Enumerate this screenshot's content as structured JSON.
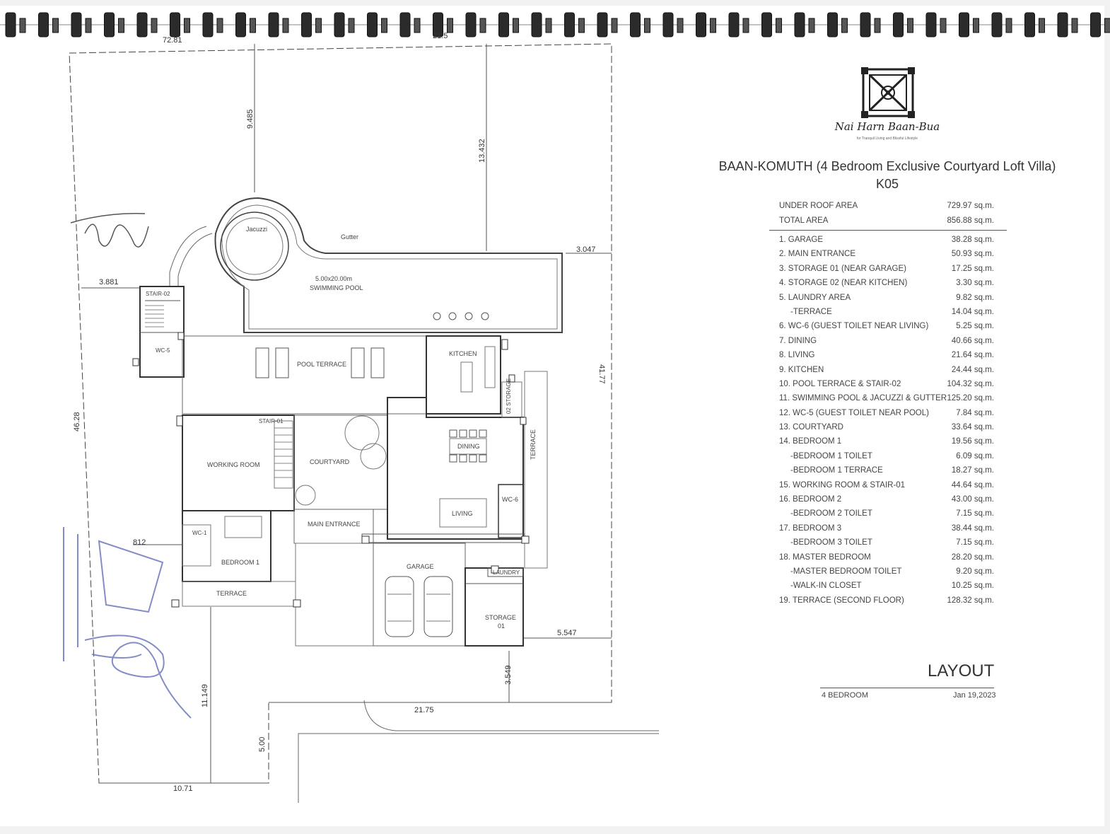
{
  "brand": {
    "name": "Nai Harn Baan-Bua",
    "tagline": "for Tranquil Living and Blissful Lifestyle"
  },
  "project": {
    "title": "BAAN-KOMUTH (4 Bedroom Exclusive Courtyard Loft Villa)",
    "code": "K05"
  },
  "summary": [
    {
      "label": "UNDER ROOF AREA",
      "value": "729.97 sq.m."
    },
    {
      "label": "TOTAL AREA",
      "value": "856.88 sq.m."
    }
  ],
  "areas": [
    {
      "label": "1. GARAGE",
      "value": "38.28 sq.m.",
      "sub": false
    },
    {
      "label": "2. MAIN ENTRANCE",
      "value": "50.93 sq.m.",
      "sub": false
    },
    {
      "label": "3. STORAGE 01 (NEAR GARAGE)",
      "value": "17.25 sq.m.",
      "sub": false
    },
    {
      "label": "4. STORAGE 02 (NEAR KITCHEN)",
      "value": "3.30 sq.m.",
      "sub": false
    },
    {
      "label": "5. LAUNDRY AREA",
      "value": "9.82 sq.m.",
      "sub": false
    },
    {
      "label": "-TERRACE",
      "value": "14.04 sq.m.",
      "sub": true
    },
    {
      "label": "6. WC-6 (GUEST TOILET NEAR LIVING)",
      "value": "5.25 sq.m.",
      "sub": false
    },
    {
      "label": "7. DINING",
      "value": "40.66 sq.m.",
      "sub": false
    },
    {
      "label": "8. LIVING",
      "value": "21.64 sq.m.",
      "sub": false
    },
    {
      "label": "9. KITCHEN",
      "value": "24.44 sq.m.",
      "sub": false
    },
    {
      "label": "10. POOL TERRACE & STAIR-02",
      "value": "104.32 sq.m.",
      "sub": false
    },
    {
      "label": "11. SWIMMING POOL & JACUZZI & GUTTER",
      "value": "125.20 sq.m.",
      "sub": false
    },
    {
      "label": "12. WC-5 (GUEST TOILET NEAR POOL)",
      "value": "7.84 sq.m.",
      "sub": false
    },
    {
      "label": "13. COURTYARD",
      "value": "33.64 sq.m.",
      "sub": false
    },
    {
      "label": "14. BEDROOM 1",
      "value": "19.56 sq.m.",
      "sub": false
    },
    {
      "label": "-BEDROOM 1 TOILET",
      "value": "6.09 sq.m.",
      "sub": true
    },
    {
      "label": "-BEDROOM 1 TERRACE",
      "value": "18.27 sq.m.",
      "sub": true
    },
    {
      "label": "15. WORKING ROOM & STAIR-01",
      "value": "44.64 sq.m.",
      "sub": false
    },
    {
      "label": "16. BEDROOM 2",
      "value": "43.00 sq.m.",
      "sub": false
    },
    {
      "label": "-BEDROOM 2 TOILET",
      "value": "7.15 sq.m.",
      "sub": true
    },
    {
      "label": "17. BEDROOM 3",
      "value": "38.44 sq.m.",
      "sub": false
    },
    {
      "label": "-BEDROOM 3 TOILET",
      "value": "7.15 sq.m.",
      "sub": true
    },
    {
      "label": "18. MASTER BEDROOM",
      "value": "28.20 sq.m.",
      "sub": false
    },
    {
      "label": "-MASTER BEDROOM TOILET",
      "value": "9.20 sq.m.",
      "sub": true
    },
    {
      "label": "-WALK-IN CLOSET",
      "value": "10.25 sq.m.",
      "sub": true
    },
    {
      "label": "19. TERRACE (SECOND FLOOR)",
      "value": "128.32 sq.m.",
      "sub": false
    }
  ],
  "layout": {
    "title": "LAYOUT",
    "subtitle": "4 BEDROOM",
    "date": "Jan 19,2023"
  },
  "plan": {
    "rooms": {
      "jacuzzi": "Jacuzzi",
      "gutter": "Gutter",
      "pool_size": "5.00x20.00m",
      "pool": "SWIMMING POOL",
      "stair02": "STAIR-02",
      "wc5": "WC-5",
      "pool_terrace": "POOL TERRACE",
      "kitchen": "KITCHEN",
      "storage02": "02 STORAGE",
      "terrace_right": "TERRACE",
      "stair01": "STAIR-01",
      "working_room": "WORKING ROOM",
      "courtyard": "COURTYARD",
      "dining": "DINING",
      "living": "LIVING",
      "wc6": "WC-6",
      "wc1": "WC-1",
      "bedroom1": "BEDROOM 1",
      "main_entrance": "MAIN ENTRANCE",
      "terrace_bottom": "TERRACE",
      "garage": "GARAGE",
      "laundry": "LAUNDRY",
      "storage01_a": "STORAGE",
      "storage01_b": "01"
    },
    "dims": {
      "top_left": "72.81",
      "top_right": "21.5",
      "d9485": "9.485",
      "d13432": "13.432",
      "d3047": "3.047",
      "d3881": "3.881",
      "d4177": "41.77",
      "d4628": "46.28",
      "d812": "812",
      "d5547": "5.547",
      "d3549": "3.549",
      "d11149": "11.149",
      "d2175": "21.75",
      "d500": "5.00",
      "d1071": "10.71"
    }
  }
}
